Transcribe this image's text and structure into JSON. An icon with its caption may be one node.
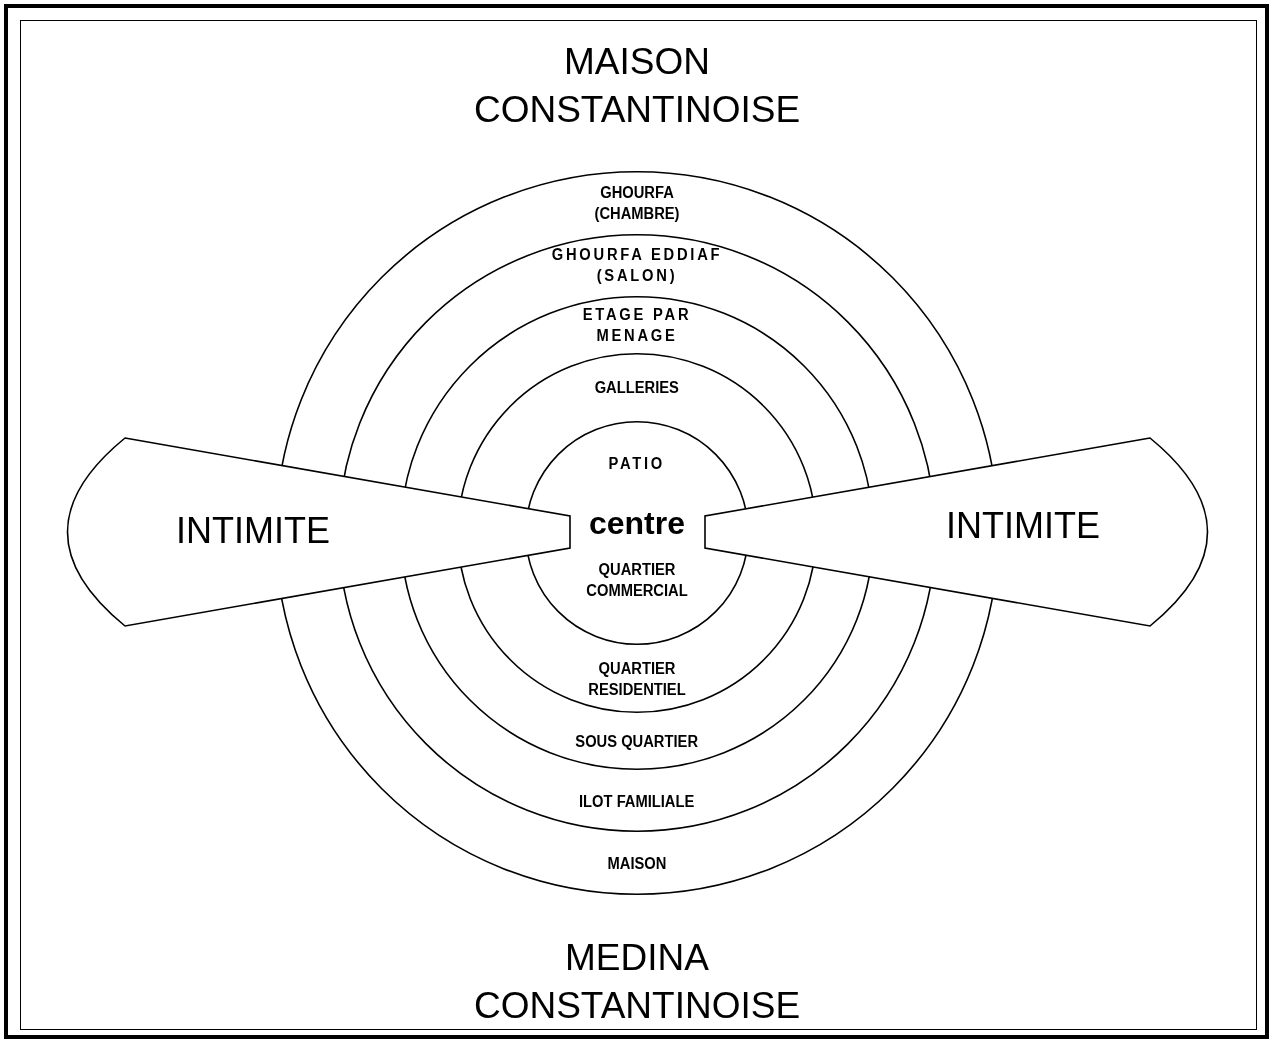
{
  "diagram": {
    "title": "MAISON CONSTANTINOISE",
    "caption": "MEDINA CONSTANTINOISE",
    "nodes": [
      {
        "text": [
          "GHOURFA (CHAMBRE)",
          "MAISON"
        ]
      },
      {
        "text": [
          "GHOURFA EDDIAF (SALON)",
          "ILOT FAMILIALE"
        ],
        "in": 0
      },
      {
        "text": [
          "ETAGE PAR MENAGE",
          "SOUS QUARTIER"
        ],
        "in": 1
      },
      {
        "text": [
          "GALLERIES",
          "QUARTIER RESIDENTIEL"
        ],
        "in": 2
      },
      {
        "text": [
          "PATIO",
          "centre",
          "QUARTIER COMMERCIAL"
        ],
        "in": 3
      },
      {
        "text": [
          "INTIMITE"
        ]
      },
      {
        "text": [
          "INTIMITE"
        ]
      }
    ],
    "edges": []
  }
}
